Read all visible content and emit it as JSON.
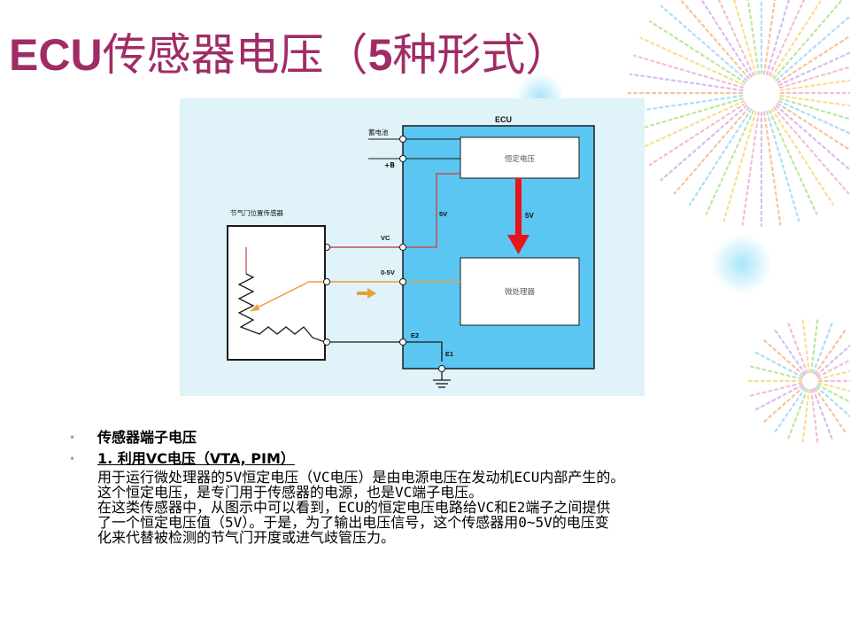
{
  "slide": {
    "title_prefix": "ECU",
    "title_mid": "传感器电压（",
    "title_num": "5",
    "title_suffix": "种形式）"
  },
  "diagram": {
    "ecu_label": "ECU",
    "battery_label": "蓄电池",
    "plus_b_label": "+B",
    "regulator_label": "恒定电压",
    "five_v_line": "5V",
    "five_v_arrow": "5V",
    "sensor_label": "节气门位置传感器",
    "vc_label": "VC",
    "signal_label": "0-5V",
    "mcu_label": "微处理器",
    "e2_label": "E2",
    "e1_label": "E1",
    "colors": {
      "ecu_fill": "#5bc6f2",
      "panel_bg": "#dff3f8",
      "vc_line": "#c0504d",
      "signal_line": "#e8a03a",
      "arrow_red": "#e8141c"
    }
  },
  "bullets": [
    {
      "text": "传感器端子电压"
    },
    {
      "text": "1. 利用VC电压（VTA, PIM）"
    }
  ],
  "paragraph": [
    "用于运行微处理器的5V恒定电压（VC电压）是由电源电压在发动机ECU内部产生的。",
    "这个恒定电压，是专门用于传感器的电源，也是VC端子电压。",
    "在这类传感器中，从图示中可以看到，ECU的恒定电压电路给VC和E2端子之间提供",
    "了一个恒定电压值（5V）。于是，为了输出电压信号，这个传感器用0~5V的电压变",
    "化来代替被检测的节气门开度或进气歧管压力。"
  ]
}
